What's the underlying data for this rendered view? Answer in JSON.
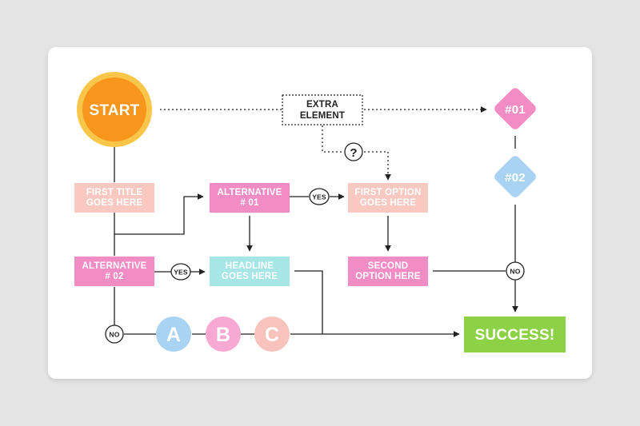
{
  "nodes": {
    "start": "START",
    "extra_element": [
      "EXTRA",
      "ELEMENT"
    ],
    "step_01": "#01",
    "step_02": "#02",
    "question": "?",
    "first_title": [
      "FIRST TITLE",
      "GOES HERE"
    ],
    "alternative_01": [
      "ALTERNATIVE",
      "# 01"
    ],
    "first_option": [
      "FIRST OPTION",
      "GOES HERE"
    ],
    "alternative_02": [
      "ALTERNATIVE",
      "# 02"
    ],
    "headline": [
      "HEADLINE",
      "GOES HERE"
    ],
    "second_option": [
      "SECOND",
      "OPTION HERE"
    ],
    "success": "SUCCESS!",
    "option_a": "A",
    "option_b": "B",
    "option_c": "C"
  },
  "decisions": {
    "yes_1": "YES",
    "yes_2": "YES",
    "no_1": "NO",
    "no_2": "NO"
  },
  "colors": {
    "background": "#e4e4e4",
    "card": "#ffffff",
    "start_outer": "#f9c64a",
    "start_inner": "#f7951c",
    "pink": "#f18cc5",
    "peach": "#f9c9c1",
    "cyan": "#a6e6e6",
    "blue": "#a9d3f2",
    "light_pink": "#f7a8d3",
    "light_peach": "#f8c3bd",
    "green": "#8dd146",
    "line": "#222222"
  }
}
